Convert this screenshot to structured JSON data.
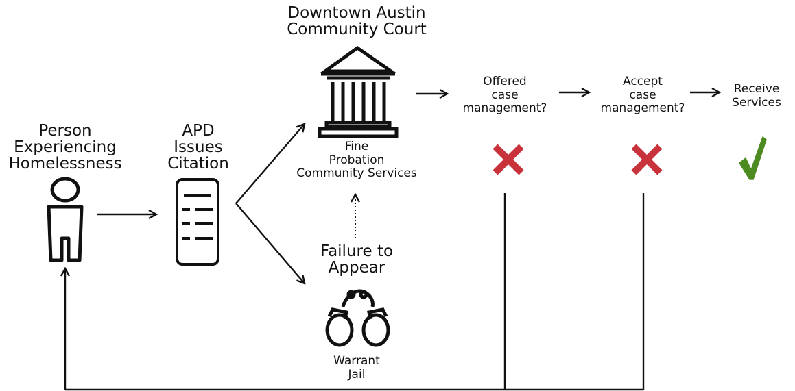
{
  "person": {
    "lines": [
      "Person",
      "Experiencing",
      "Homelessness"
    ],
    "icon": "person-icon"
  },
  "citation": {
    "lines": [
      "APD",
      "Issues",
      "Citation"
    ],
    "icon": "citation-document-icon"
  },
  "court": {
    "title_lines": [
      "Downtown Austin",
      "Community Court"
    ],
    "icon": "courthouse-icon",
    "outcome_lines": [
      "Fine",
      "Probation",
      "Community Services"
    ]
  },
  "failure": {
    "title_lines": [
      "Failure to",
      "Appear"
    ],
    "icon": "handcuffs-icon",
    "outcome_lines": [
      "Warrant",
      "Jail"
    ]
  },
  "steps": [
    {
      "lines": [
        "Offered",
        "case",
        "management?"
      ],
      "result": "no",
      "result_icon": "red-x-icon"
    },
    {
      "lines": [
        "Accept",
        "case",
        "management?"
      ],
      "result": "no",
      "result_icon": "red-x-icon"
    },
    {
      "lines": [
        "Receive",
        "Services"
      ],
      "result": "yes",
      "result_icon": "green-check-icon"
    }
  ],
  "colors": {
    "no": "#c8333b",
    "yes": "#4d8a1f",
    "stroke": "#111111"
  }
}
